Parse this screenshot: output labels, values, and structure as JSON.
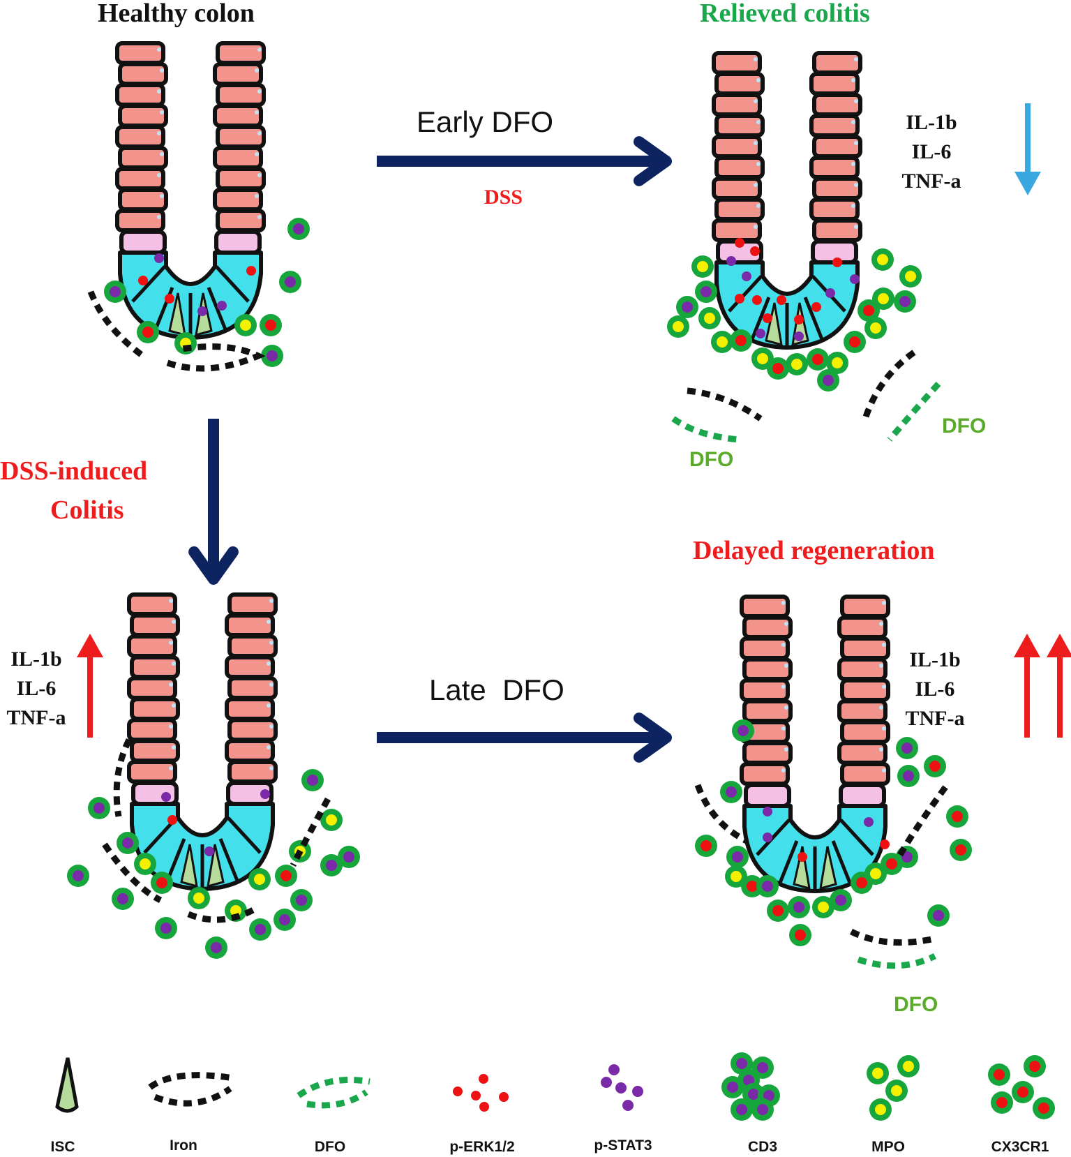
{
  "panels": {
    "healthy": {
      "title": "Healthy colon"
    },
    "relieved": {
      "title": "Relieved colitis",
      "cytokines": [
        "IL-1b",
        "IL-6",
        "TNF-a"
      ],
      "dfo_labels": [
        "DFO",
        "DFO"
      ]
    },
    "colitis": {
      "title_line1": "DSS-induced",
      "title_line2": "Colitis",
      "cytokines": [
        "IL-1b",
        "IL-6",
        "TNF-a"
      ]
    },
    "delayed": {
      "title": "Delayed regeneration",
      "cytokines": [
        "IL-1b",
        "IL-6",
        "TNF-a"
      ],
      "dfo_label": "DFO"
    }
  },
  "arrows": {
    "early": {
      "label": "Early DFO",
      "sublabel": "DSS"
    },
    "late": {
      "label": "Late  DFO"
    }
  },
  "legend": [
    "ISC",
    "Iron",
    "DFO",
    "p-ERK1/2",
    "p-STAT3",
    "CD3",
    "MPO",
    "CX3CR1"
  ],
  "colors": {
    "healthy_title": "#111111",
    "relieved_title": "#1aa64a",
    "red_title": "#ee1c1c",
    "arrow": "#0d2461",
    "down_arrow": "#3aa8e0",
    "up_arrow": "#ee1c1c",
    "dfo_label": "#5aab2a",
    "enterocyte": "#f2948c",
    "goblet": "#f5c0e6",
    "stem_zone": "#43e0ec",
    "isc": "#b5dc9a",
    "perk": "#ee1111",
    "pstat3": "#7a2aa8",
    "immune_ring": "#17a63c",
    "mpo_core": "#f5f000"
  }
}
